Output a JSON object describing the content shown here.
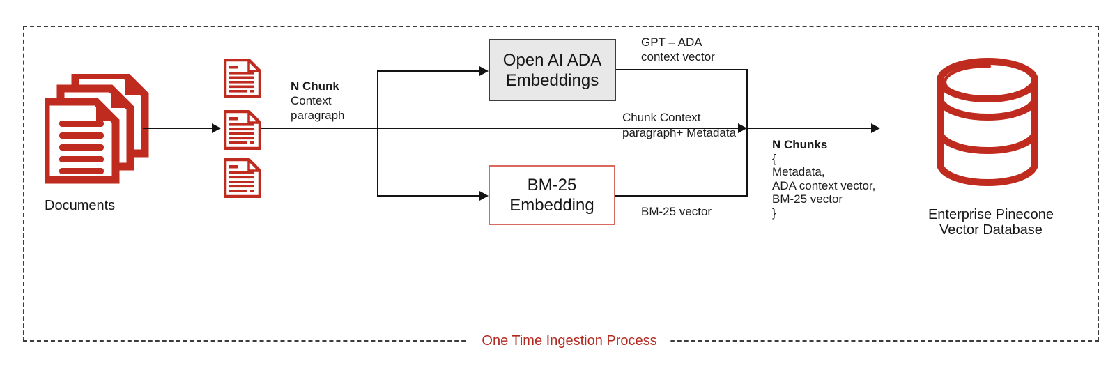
{
  "colors": {
    "brand_red": "#bf2b1e",
    "salmon_red": "#d9695f",
    "box_gray": "#e9e8e8",
    "label_red": "#b32a20",
    "line_black": "#131313",
    "frame_gray": "#3c3c3c"
  },
  "process_label": "One Time Ingestion Process",
  "documents": {
    "label": "Documents"
  },
  "chunk_label": {
    "line1": "N Chunk",
    "line2": "Context",
    "line3": "paragraph"
  },
  "ada_box": {
    "line1": "Open AI ADA",
    "line2": "Embeddings"
  },
  "ada_output_label": {
    "line1": "GPT – ADA",
    "line2": "context vector"
  },
  "passthrough_label": {
    "line1": "Chunk Context",
    "line2": "paragraph+ Metadata"
  },
  "bm25_box": {
    "line1": "BM-25",
    "line2": "Embedding"
  },
  "bm25_output_label": "BM-25 vector",
  "n_chunks": {
    "title": "N Chunks",
    "lines": [
      "{",
      "Metadata,",
      "ADA context vector,",
      "BM-25 vector",
      "}"
    ]
  },
  "database_label": {
    "line1": "Enterprise Pinecone",
    "line2": "Vector Database"
  }
}
